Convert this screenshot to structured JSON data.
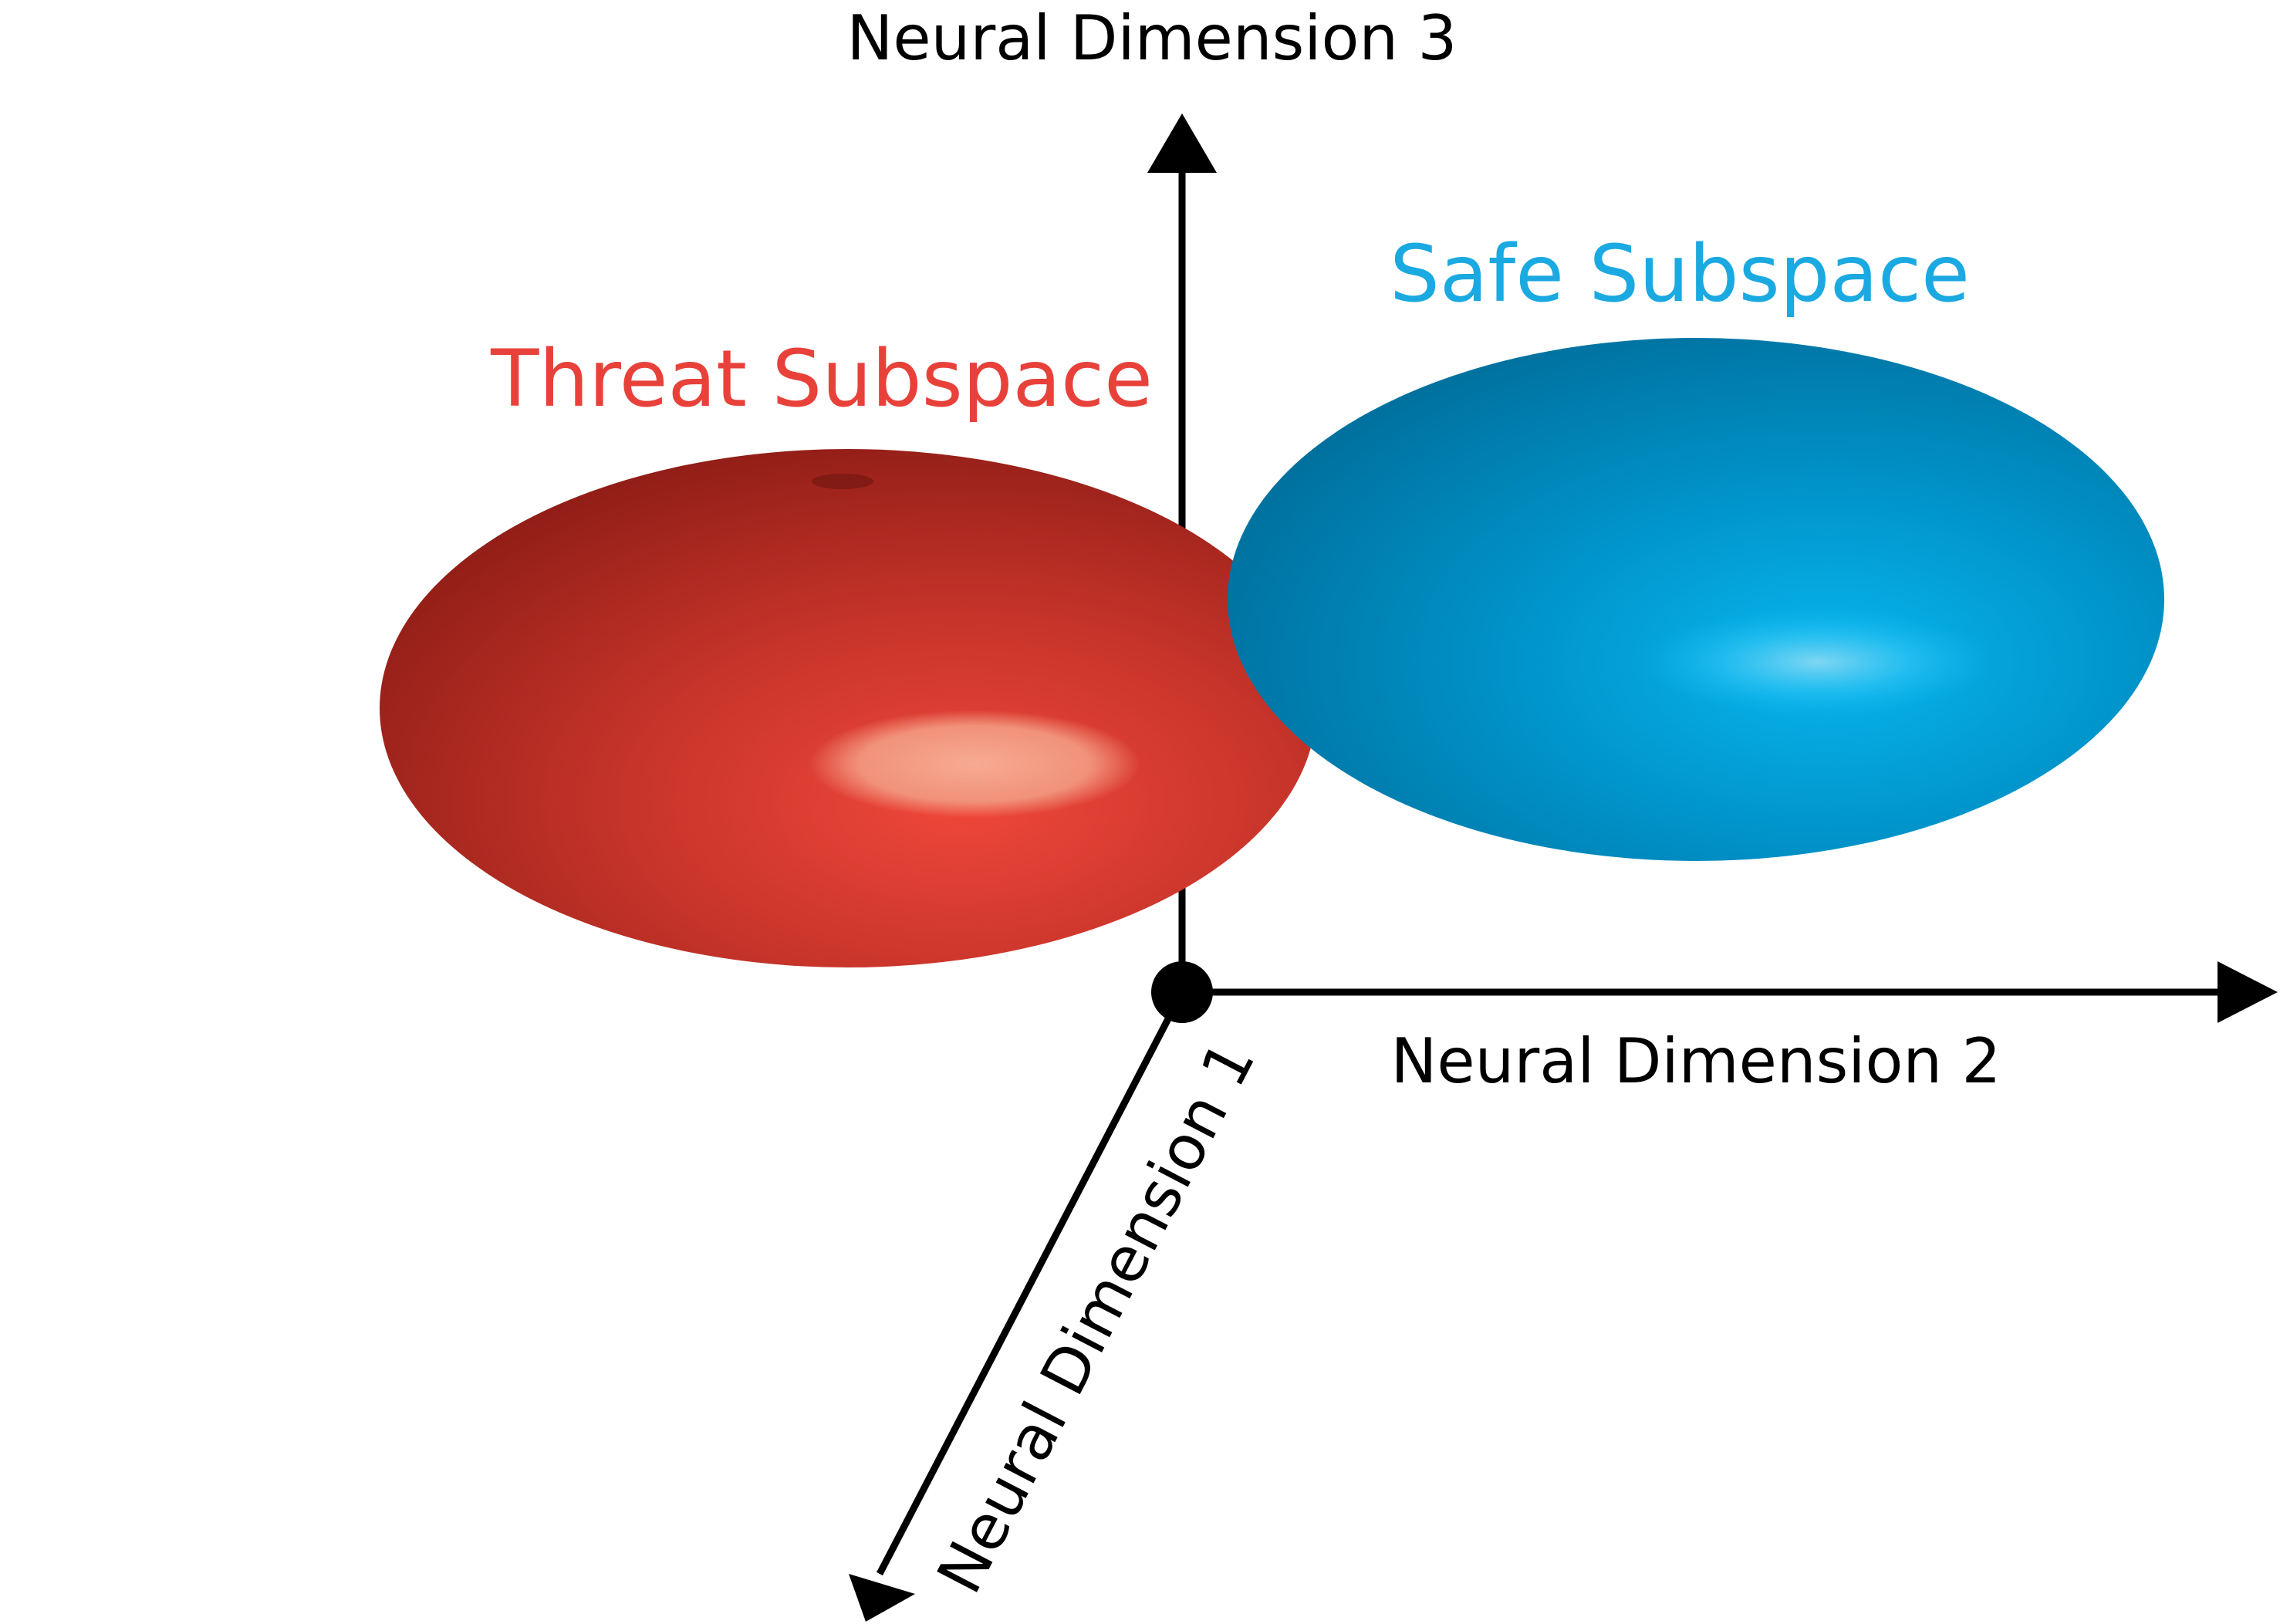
{
  "axes": {
    "dim3_label": "Neural Dimension 3",
    "dim2_label": "Neural Dimension 2",
    "dim1_label": "Neural Dimension 1"
  },
  "subspaces": {
    "threat": {
      "label": "Threat Subspace",
      "color": "#e8413a"
    },
    "safe": {
      "label": "Safe Subspace",
      "color": "#1aa9e1"
    }
  }
}
